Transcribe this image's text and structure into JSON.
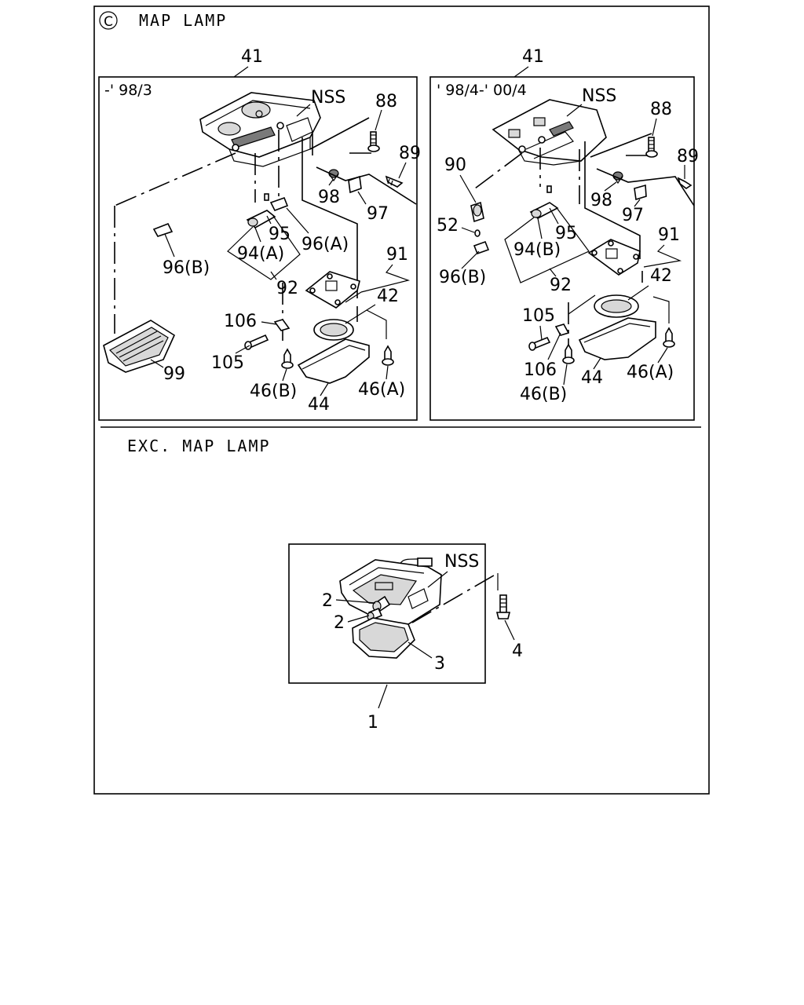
{
  "section_c": {
    "circle_letter": "C",
    "title": "MAP LAMP",
    "left_panel": {
      "group_label": "41",
      "date_range": "-' 98/3",
      "labels": {
        "nss": "NSS",
        "p88": "88",
        "p89": "89",
        "p98": "98",
        "p97": "97",
        "p95": "95",
        "p96a": "96(A)",
        "p94a": "94(A)",
        "p96b": "96(B)",
        "p92": "92",
        "p91": "91",
        "p42": "42",
        "p106": "106",
        "p105": "105",
        "p99": "99",
        "p46b": "46(B)",
        "p46a": "46(A)",
        "p44": "44"
      }
    },
    "right_panel": {
      "group_label": "41",
      "date_range": "' 98/4-' 00/4",
      "labels": {
        "nss": "NSS",
        "p88": "88",
        "p89": "89",
        "p90": "90",
        "p98": "98",
        "p97": "97",
        "p52": "52",
        "p94b": "94(B)",
        "p95": "95",
        "p91": "91",
        "p96b": "96(B)",
        "p92": "92",
        "p42": "42",
        "p105": "105",
        "p106": "106",
        "p46b": "46(B)",
        "p44": "44",
        "p46a": "46(A)"
      }
    }
  },
  "section_exc": {
    "title": "EXC. MAP LAMP",
    "labels": {
      "nss": "NSS",
      "p2a": "2",
      "p2b": "2",
      "p3": "3",
      "p4": "4",
      "p1": "1"
    }
  }
}
